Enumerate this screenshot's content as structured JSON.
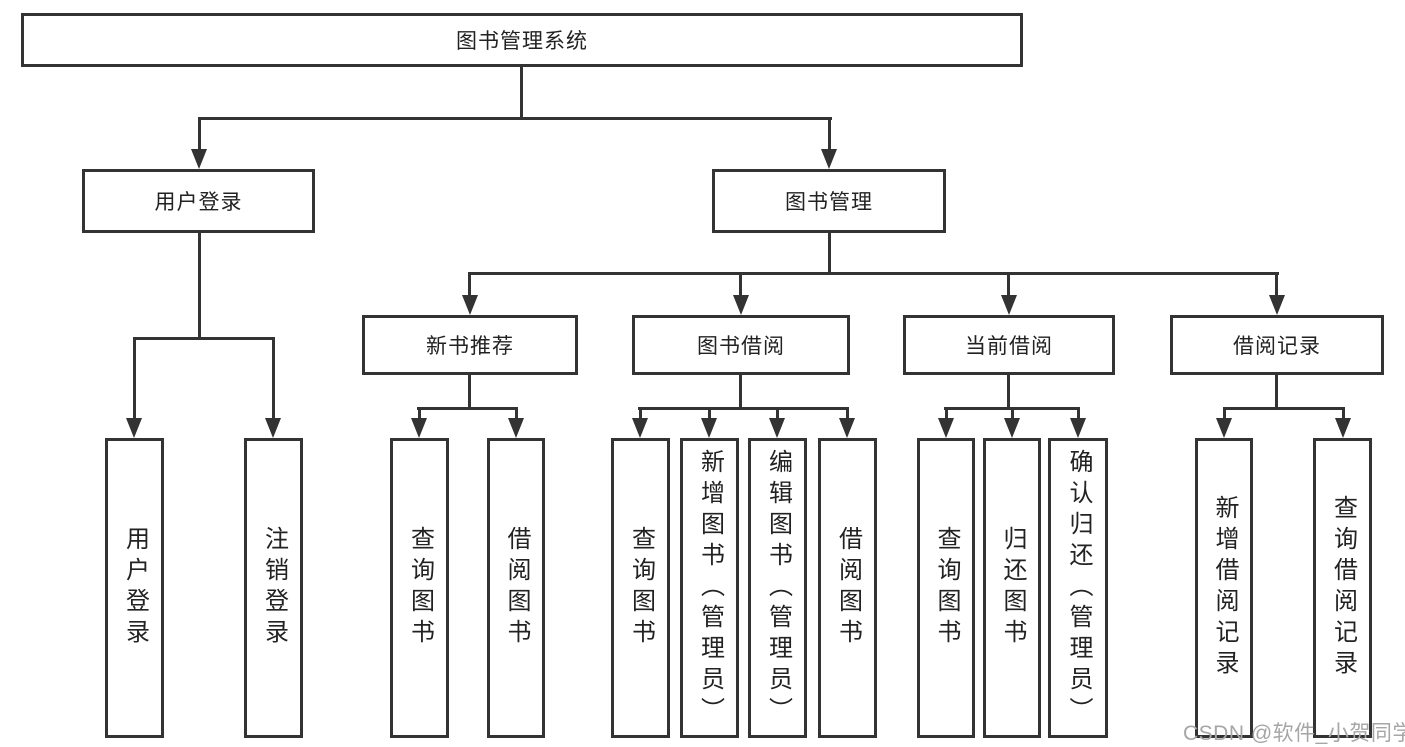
{
  "diagram": {
    "root": {
      "label": "图书管理系统"
    },
    "level2": [
      {
        "label": "用户登录"
      },
      {
        "label": "图书管理"
      }
    ],
    "user_leaves": [
      {
        "label": "用户登录"
      },
      {
        "label": "注销登录"
      }
    ],
    "level3": [
      {
        "label": "新书推荐"
      },
      {
        "label": "图书借阅"
      },
      {
        "label": "当前借阅"
      },
      {
        "label": "借阅记录"
      }
    ],
    "new_book_leaves": [
      {
        "label": "查询图书"
      },
      {
        "label": "借阅图书"
      }
    ],
    "borrow_leaves": [
      {
        "label": "查询图书"
      },
      {
        "label": "新增图书（管理员）"
      },
      {
        "label": "编辑图书（管理员）"
      },
      {
        "label": "借阅图书"
      }
    ],
    "current_leaves": [
      {
        "label": "查询图书"
      },
      {
        "label": "归还图书"
      },
      {
        "label": "确认归还（管理员）"
      }
    ],
    "record_leaves": [
      {
        "label": "新增借阅记录"
      },
      {
        "label": "查询借阅记录"
      }
    ]
  },
  "watermark": {
    "text": "CSDN @软件_小贺同学"
  },
  "colors": {
    "line": "#333333",
    "text": "#222222",
    "watermark": "#a6a6a6",
    "background": "#ffffff"
  }
}
